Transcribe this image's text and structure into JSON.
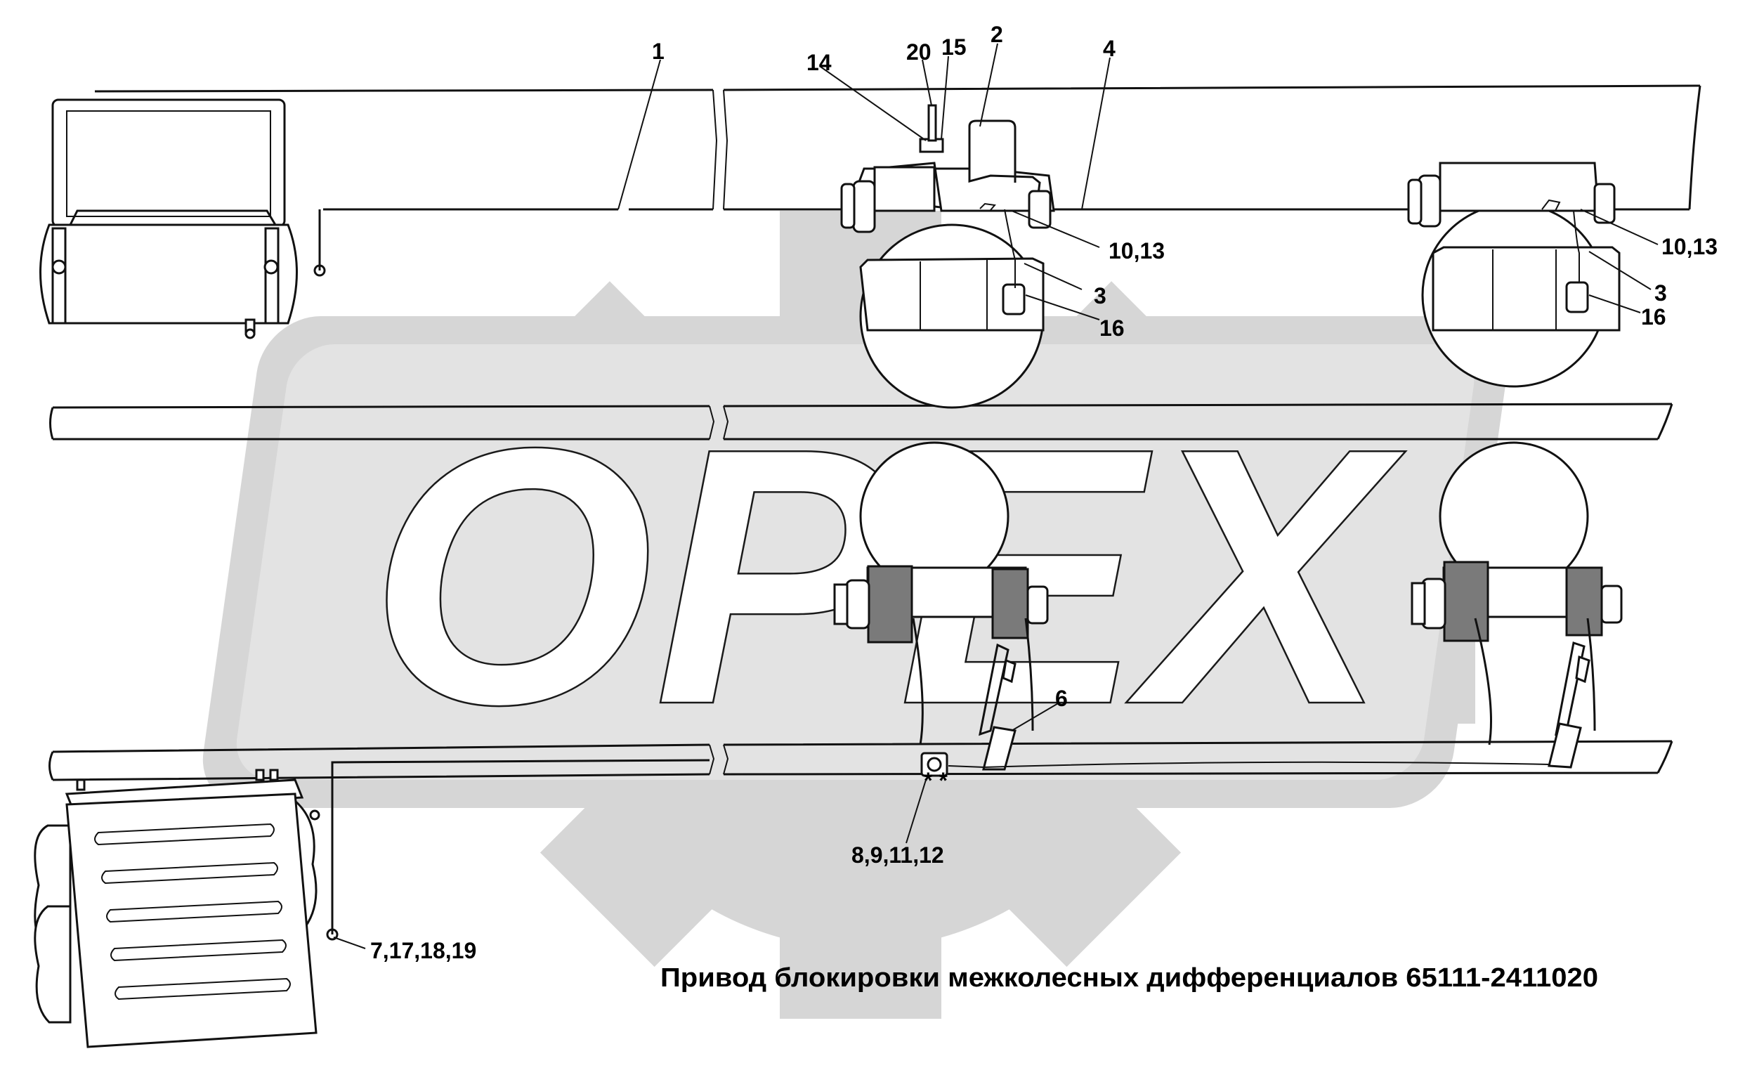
{
  "caption": "Привод блокировки межколесных дифференциалов 65111-2411020",
  "callouts": {
    "c1": "1",
    "c2": "2",
    "c3a": "3",
    "c3b": "3",
    "c4": "4",
    "c6": "6",
    "c7": "7,17,18,19",
    "c8": "8,9,11,12",
    "c10a": "10,13",
    "c10b": "10,13",
    "c14": "14",
    "c15": "15",
    "c16a": "16",
    "c16b": "16",
    "c20": "20"
  },
  "watermark": {
    "text": "OPEX",
    "icon": "gear-logo-icon",
    "color": "#d2d2d2"
  },
  "colors": {
    "background": "#ffffff",
    "line": "#111111",
    "dark_fill": "#7a7a7a"
  }
}
